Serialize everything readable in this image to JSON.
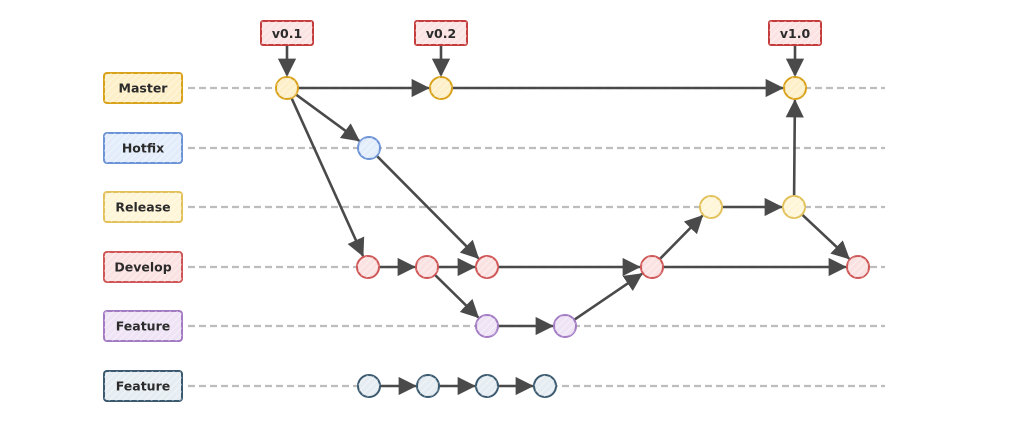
{
  "branches": [
    {
      "id": "master",
      "label": "Master",
      "fill": "#fdefc8",
      "stroke": "#d9a21b"
    },
    {
      "id": "hotfix",
      "label": "Hotfix",
      "fill": "#e3ecfb",
      "stroke": "#6b93d6"
    },
    {
      "id": "release",
      "label": "Release",
      "fill": "#fff6d8",
      "stroke": "#e2c15a"
    },
    {
      "id": "develop",
      "label": "Develop",
      "fill": "#fbe2e2",
      "stroke": "#cf5656"
    },
    {
      "id": "feature",
      "label": "Feature",
      "fill": "#efe4f6",
      "stroke": "#a27bc3"
    },
    {
      "id": "feature2",
      "label": "Feature",
      "fill": "#e6edf2",
      "stroke": "#3b5a70"
    }
  ],
  "tags": [
    {
      "label": "v0.1",
      "commit": "m1"
    },
    {
      "label": "v0.2",
      "commit": "m2"
    },
    {
      "label": "v1.0",
      "commit": "m3"
    }
  ],
  "colors": {
    "tag_fill": "#fbe3e3",
    "tag_stroke": "#c43c3c",
    "arrow": "#4a4a4a",
    "lane_line": "#bdbdbd",
    "label_text": "#2b2b2b"
  },
  "commits": [
    {
      "id": "m1",
      "branch": "master"
    },
    {
      "id": "m2",
      "branch": "master"
    },
    {
      "id": "m3",
      "branch": "master"
    },
    {
      "id": "h1",
      "branch": "hotfix"
    },
    {
      "id": "r1",
      "branch": "release"
    },
    {
      "id": "r2",
      "branch": "release"
    },
    {
      "id": "d1",
      "branch": "develop"
    },
    {
      "id": "d2",
      "branch": "develop"
    },
    {
      "id": "d3",
      "branch": "develop"
    },
    {
      "id": "d4",
      "branch": "develop"
    },
    {
      "id": "d5",
      "branch": "develop"
    },
    {
      "id": "f1",
      "branch": "feature"
    },
    {
      "id": "f2",
      "branch": "feature"
    },
    {
      "id": "g1",
      "branch": "feature2"
    },
    {
      "id": "g2",
      "branch": "feature2"
    },
    {
      "id": "g3",
      "branch": "feature2"
    },
    {
      "id": "g4",
      "branch": "feature2"
    }
  ],
  "edges": [
    {
      "from": "m1",
      "to": "m2"
    },
    {
      "from": "m2",
      "to": "m3"
    },
    {
      "from": "m1",
      "to": "h1"
    },
    {
      "from": "m1",
      "to": "d1"
    },
    {
      "from": "h1",
      "to": "d3"
    },
    {
      "from": "d1",
      "to": "d2"
    },
    {
      "from": "d2",
      "to": "d3"
    },
    {
      "from": "d3",
      "to": "d4"
    },
    {
      "from": "d2",
      "to": "f1"
    },
    {
      "from": "f1",
      "to": "f2"
    },
    {
      "from": "f2",
      "to": "d4"
    },
    {
      "from": "d4",
      "to": "r1"
    },
    {
      "from": "r1",
      "to": "r2"
    },
    {
      "from": "r2",
      "to": "m3"
    },
    {
      "from": "r2",
      "to": "d5"
    },
    {
      "from": "d4",
      "to": "d5"
    },
    {
      "from": "g1",
      "to": "g2"
    },
    {
      "from": "g2",
      "to": "g3"
    },
    {
      "from": "g3",
      "to": "g4"
    }
  ]
}
